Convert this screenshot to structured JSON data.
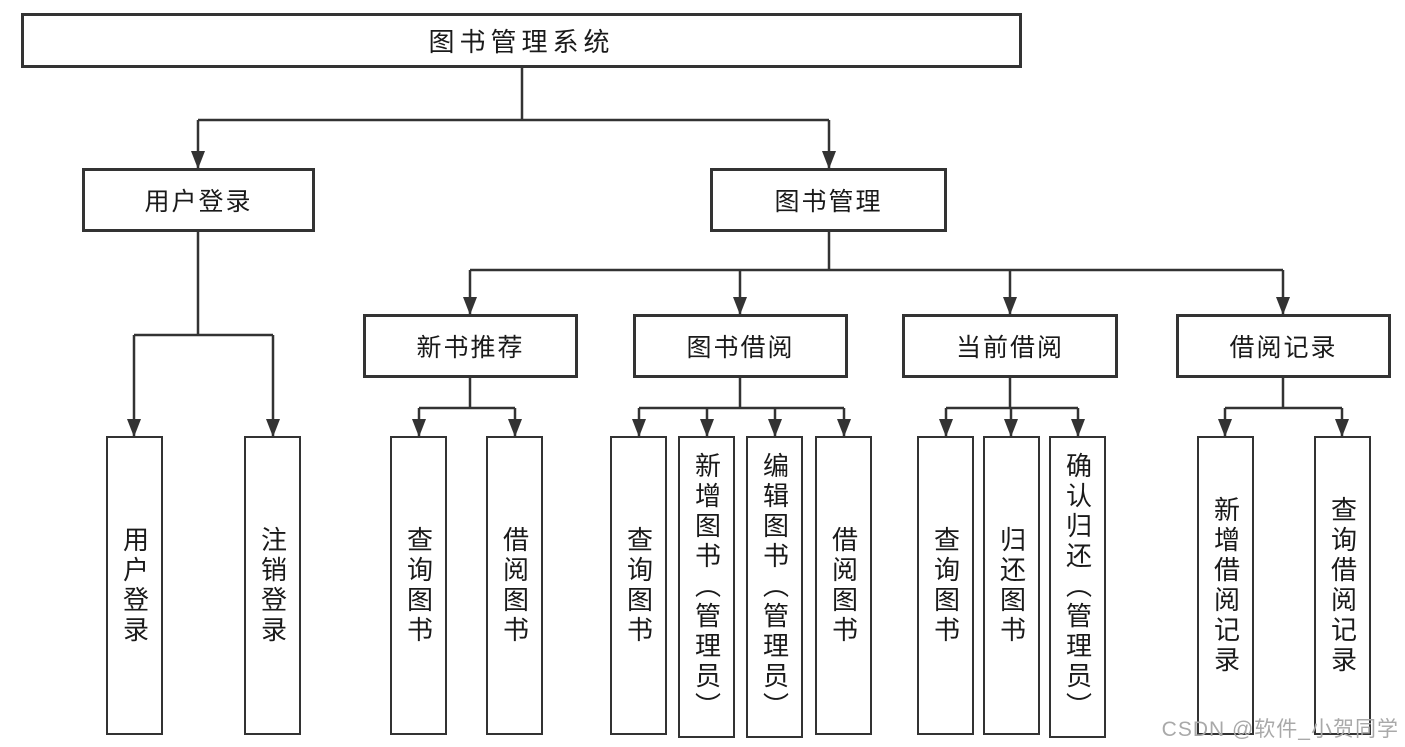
{
  "title": {
    "label": "图书管理系统"
  },
  "nodes": {
    "user_login": {
      "label": "用户登录"
    },
    "book_mgmt": {
      "label": "图书管理"
    },
    "new_book": {
      "label": "新书推荐"
    },
    "book_borrow": {
      "label": "图书借阅"
    },
    "current_borrow": {
      "label": "当前借阅"
    },
    "borrow_record": {
      "label": "借阅记录"
    }
  },
  "leaves": {
    "user_login": [
      "用户登录",
      "注销登录"
    ],
    "new_book": [
      "查询图书",
      "借阅图书"
    ],
    "book_borrow": [
      "查询图书",
      "新增图书（管理员）",
      "编辑图书（管理员）",
      "借阅图书"
    ],
    "current_borrow": [
      "查询图书",
      "归还图书",
      "确认归还（管理员）"
    ],
    "borrow_record": [
      "新增借阅记录",
      "查询借阅记录"
    ]
  },
  "watermark": "CSDN @软件_小贺同学",
  "colors": {
    "line": "#333333",
    "text": "#1a1a1a",
    "watermark": "#a9a9a9",
    "background": "#ffffff"
  }
}
